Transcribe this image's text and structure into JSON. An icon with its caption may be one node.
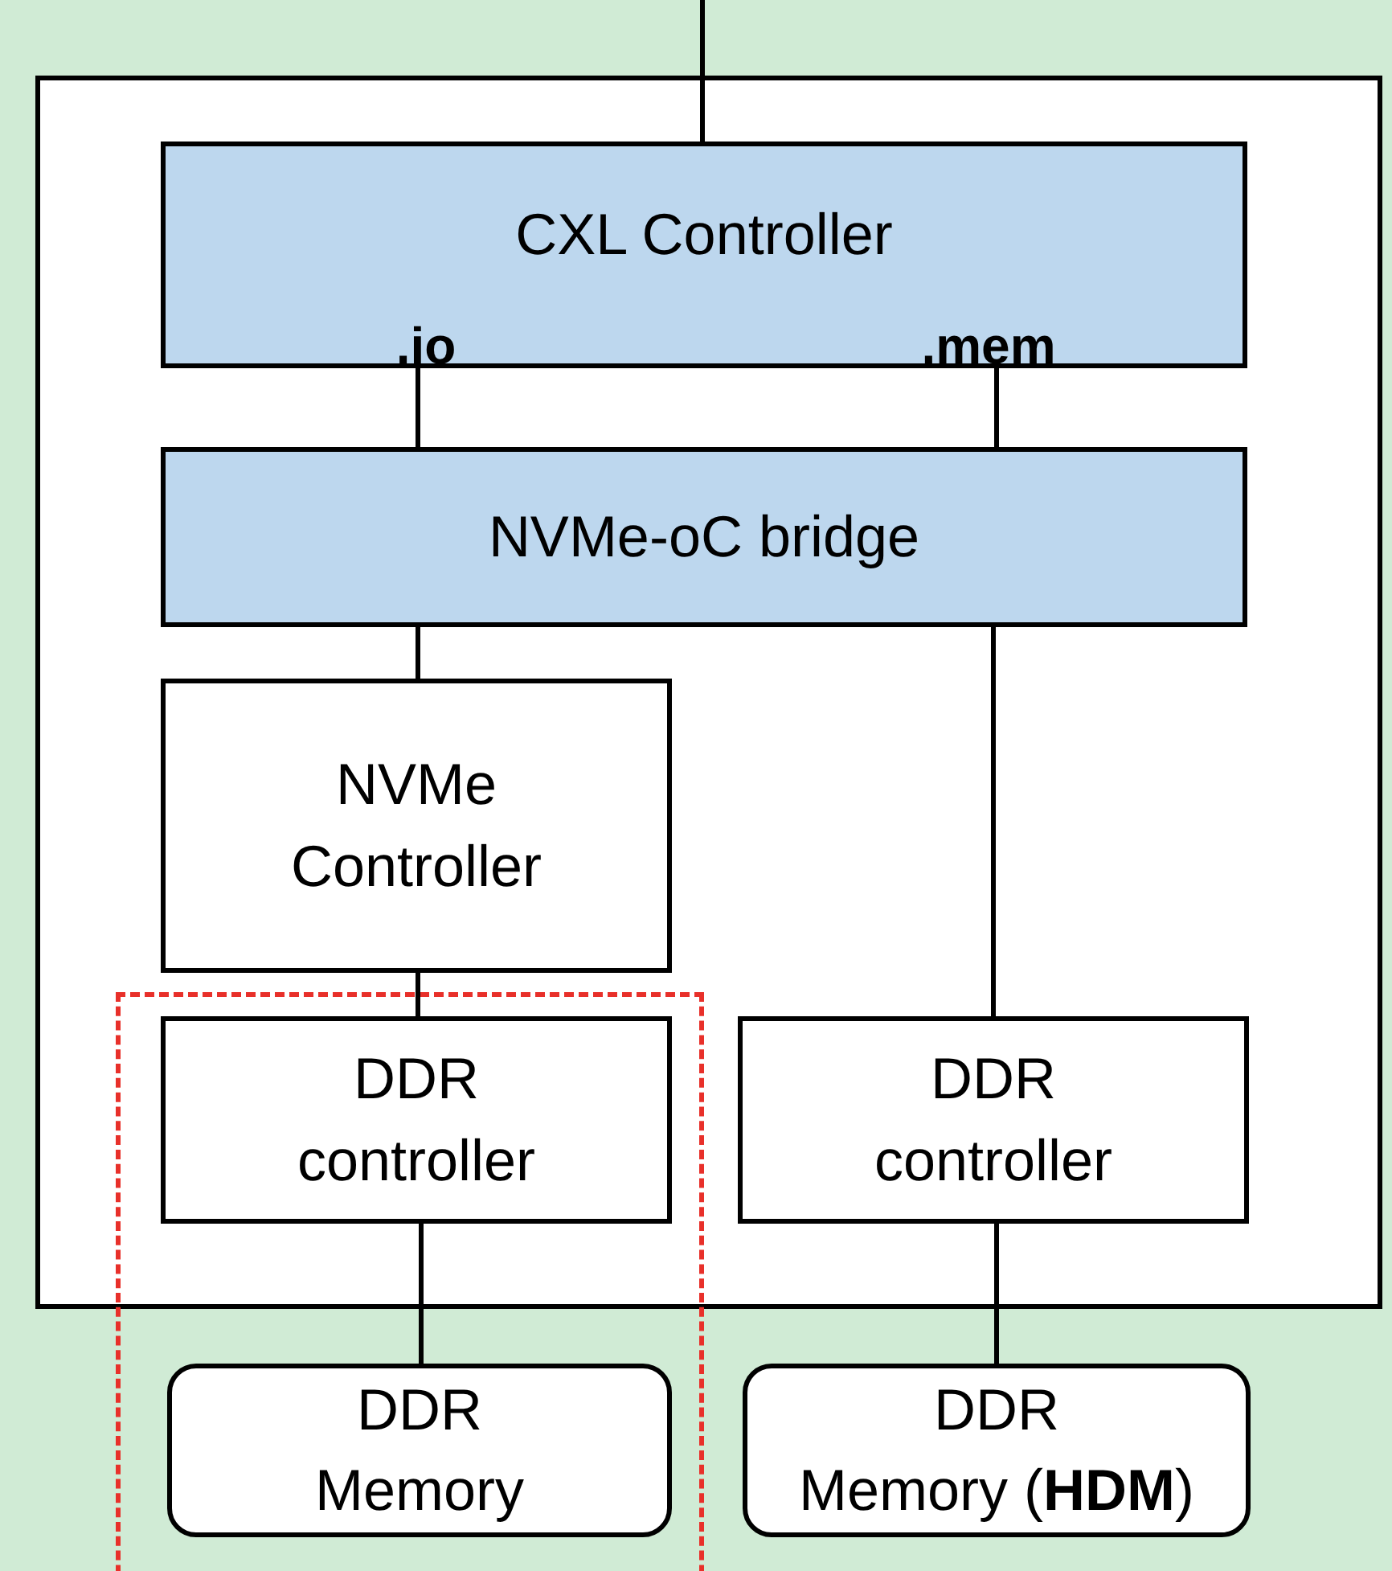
{
  "diagram": {
    "nodes": [
      {
        "text": [],
        "shape": "box"
      },
      {
        "text": [
          "CXL Controller",
          ".io",
          ".mem"
        ],
        "in": 0
      },
      {
        "text": [
          "NVMe-oC bridge"
        ],
        "in": 0
      },
      {
        "text": [
          "NVMe Controller"
        ],
        "in": 0
      },
      {
        "text": [],
        "shape": "box"
      },
      {
        "text": [
          "DDR controller"
        ]
      },
      {
        "text": [
          "DDR controller"
        ],
        "in": 0
      },
      {
        "text": [
          "DDR Memory"
        ],
        "in": 4
      },
      {
        "text": [
          "DDR Memory (**HDM**)"
        ]
      }
    ],
    "edges": [
      {
        "from": null,
        "to": 1,
        "arrow": "none"
      },
      {
        "from": 1,
        "to": 2,
        "arrow": "none"
      },
      {
        "from": 1,
        "to": 2,
        "arrow": "none"
      },
      {
        "from": 2,
        "to": 3,
        "arrow": "none"
      },
      {
        "from": 3,
        "to": 5,
        "arrow": "none"
      },
      {
        "from": 2,
        "to": 6,
        "arrow": "none"
      },
      {
        "from": 5,
        "to": 7,
        "arrow": "none"
      },
      {
        "from": 6,
        "to": 8,
        "arrow": "none"
      }
    ]
  }
}
